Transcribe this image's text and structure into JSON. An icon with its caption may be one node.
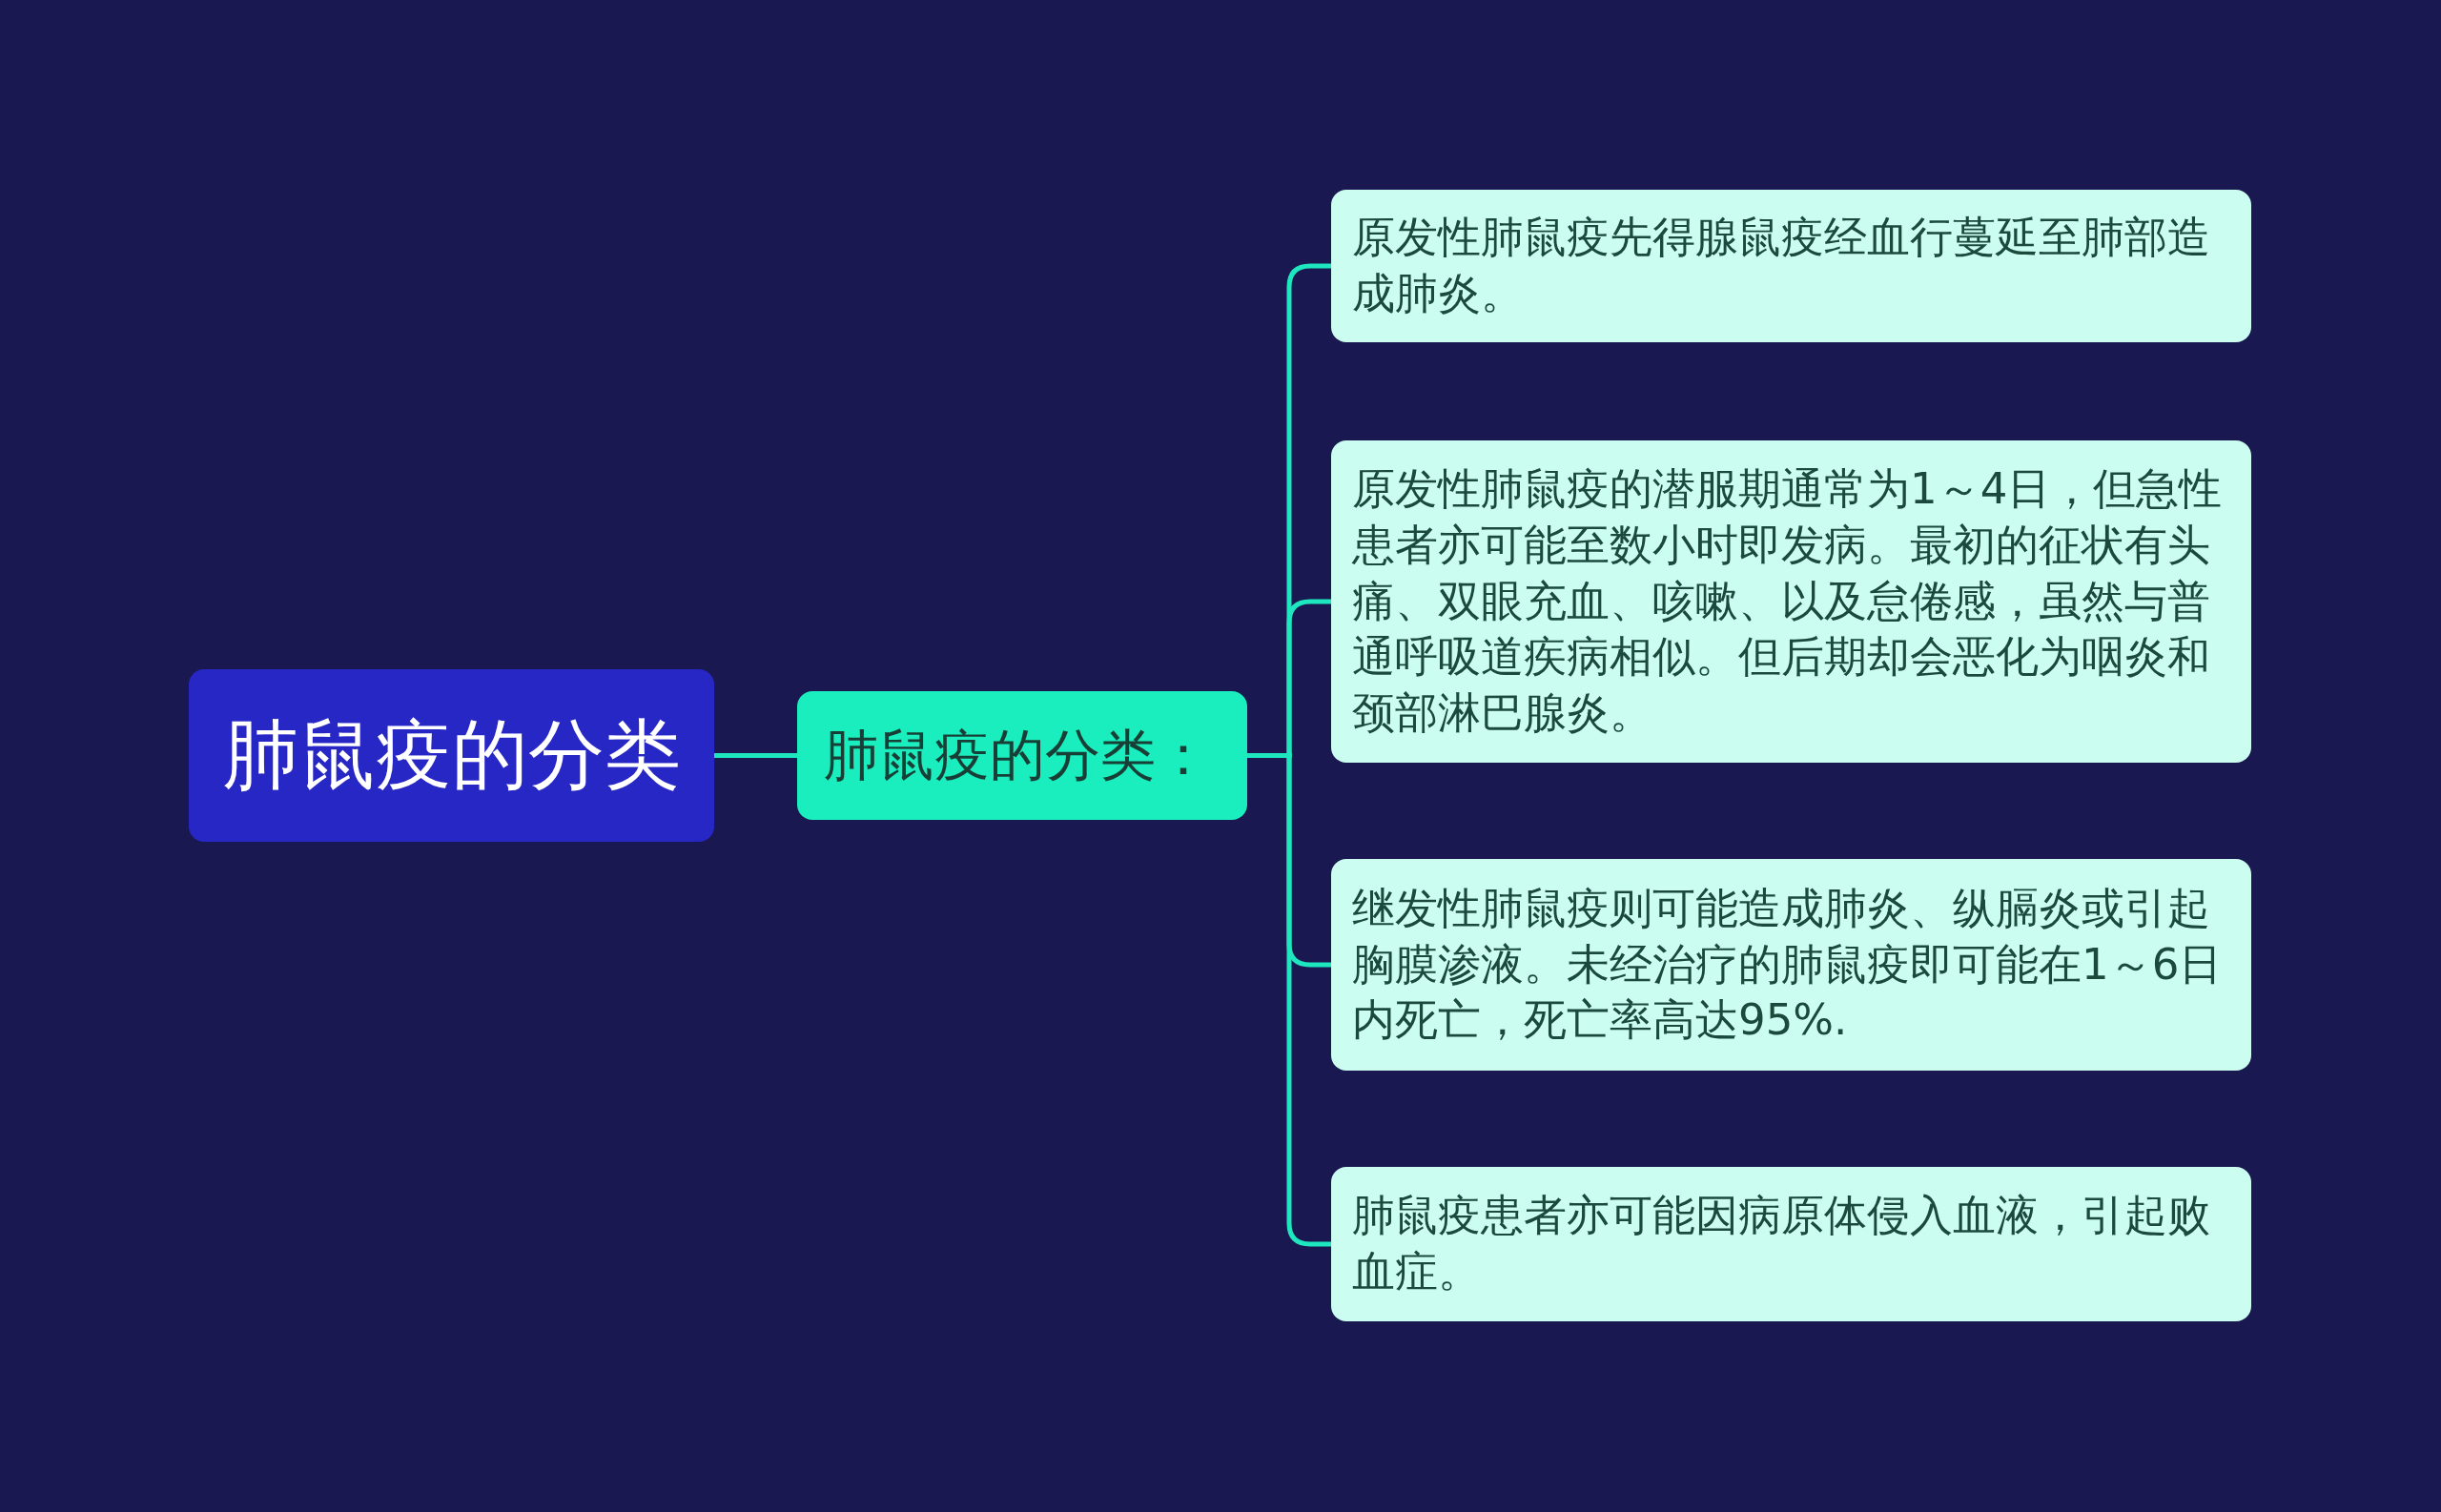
{
  "diagram": {
    "nodes": [
      {
        "text": [
          "肺鼠疫的分类"
        ]
      },
      {
        "text": [
          "肺鼠疫的分类："
        ]
      },
      {
        "text": [
          "原发性肺鼠疫先得腺鼠疫经血行蔓延至肺部造成肺炎。"
        ]
      },
      {
        "text": [
          "原发性肺鼠疫的潜服期通常为1～4日，但急性患者亦可能至数小时即发病。最初的征状有头痛、双眼充血、咳嗽、以及怠倦感，虽然与普通呼吸道疾病相似。但后期却会恶化为咽炎和颈部淋巴腺炎。"
        ]
      },
      {
        "text": [
          "继发性肺鼠疫则可能造成肺炎、纵膈炎或引起胸膜渗液。未经治疗的肺鼠疫即可能在1～6日内死亡，死亡率高达95%."
        ]
      },
      {
        "text": [
          "肺鼠疫患者亦可能因病原体侵入血液，引起败血症。"
        ]
      }
    ],
    "edges": [
      {
        "from": 0,
        "to": 1,
        "arrow": "none"
      },
      {
        "from": 1,
        "to": 2,
        "arrow": "none"
      },
      {
        "from": 1,
        "to": 3,
        "arrow": "none"
      },
      {
        "from": 1,
        "to": 4,
        "arrow": "none"
      },
      {
        "from": 1,
        "to": 5,
        "arrow": "none"
      }
    ]
  }
}
